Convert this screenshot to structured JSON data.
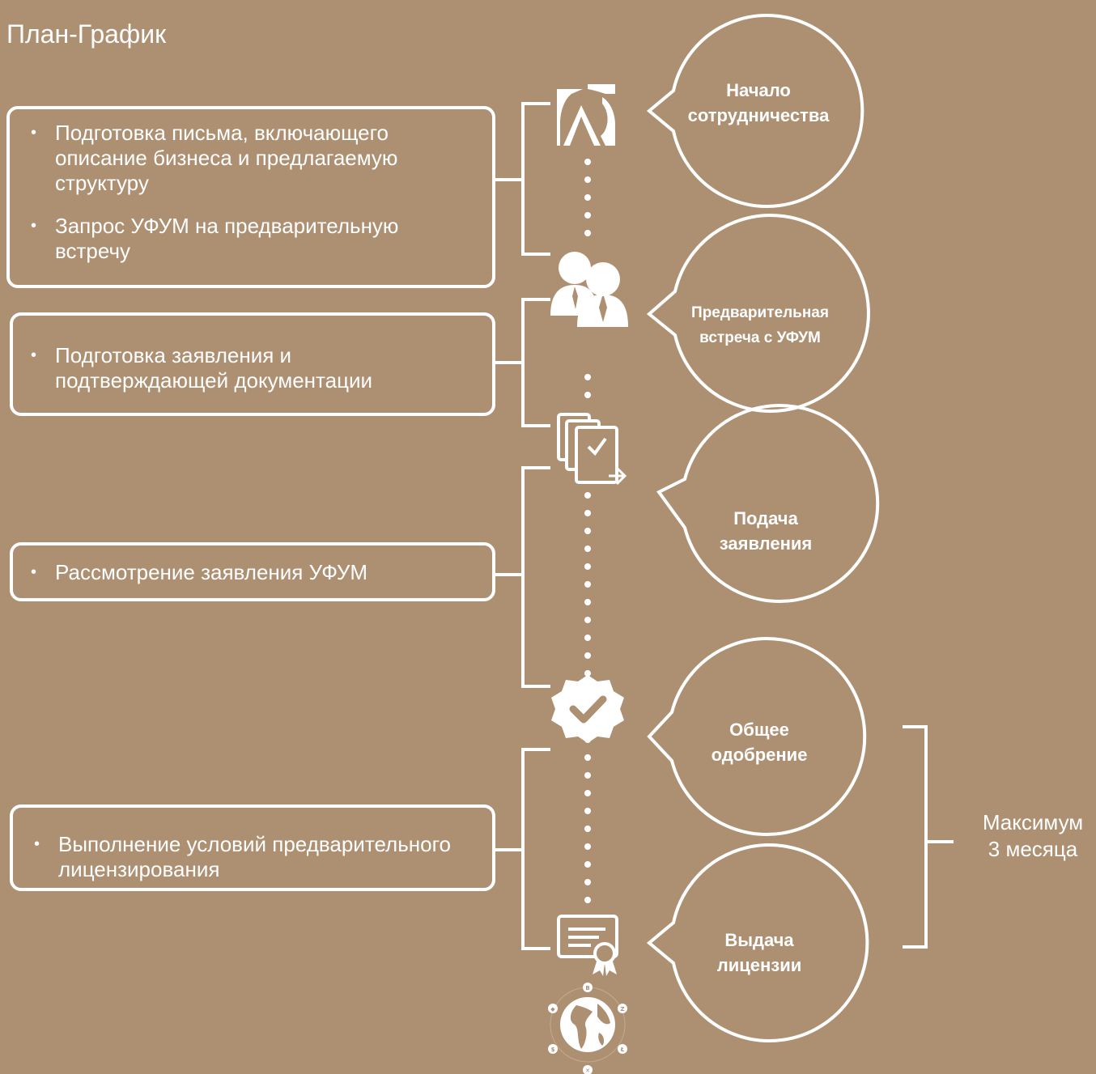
{
  "title": "План-График",
  "tasks": [
    {
      "items": [
        "Подготовка письма, включающего описание бизнеса и предлагаемую структуру",
        "Запрос УФУМ на предварительную встречу"
      ]
    },
    {
      "items": [
        "Подготовка заявления и подтверждающей документации"
      ]
    },
    {
      "items": [
        "Рассмотрение заявления УФУМ"
      ]
    },
    {
      "items": [
        "Выполнение условий предварительного лицензирования"
      ]
    }
  ],
  "milestones": [
    {
      "label": "Начало\nсотрудничества",
      "icon": "logo-icon"
    },
    {
      "label": "Предварительная\nвстреча с УФУМ",
      "icon": "meeting-people-icon"
    },
    {
      "label": "Подача\nзаявления",
      "icon": "documents-check-icon"
    },
    {
      "label": "Общее\nодобрение",
      "icon": "approval-badge-icon"
    },
    {
      "label": "Выдача\nлицензии",
      "icon": "certificate-icon"
    }
  ],
  "duration": "Максимум\n3 месяца",
  "colors": {
    "background": "#ad8f71",
    "foreground": "#ffffff"
  },
  "crypto_icons": [
    "bitcoin-icon",
    "zcash-icon",
    "litecoin-icon",
    "ripple-icon",
    "dollar-icon",
    "ethereum-icon"
  ]
}
